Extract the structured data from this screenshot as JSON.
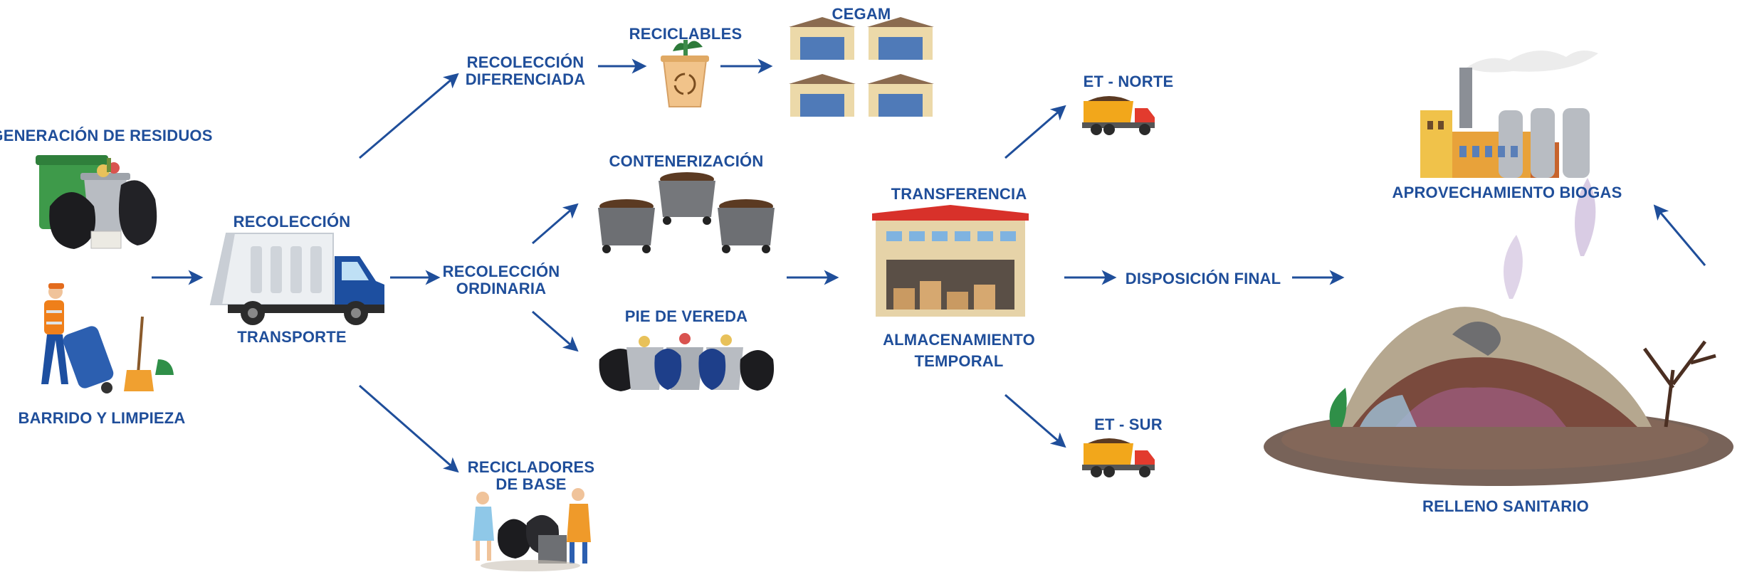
{
  "labels": {
    "generacion": "GENERACIÓN DE RESIDUOS",
    "barrido": "BARRIDO Y LIMPIEZA",
    "recoleccion": "RECOLECCIÓN",
    "transporte": "TRANSPORTE",
    "recoleccion_diferenciada_1": "RECOLECCIÓN",
    "recoleccion_diferenciada_2": "DIFERENCIADA",
    "reciclables": "RECICLABLES",
    "cegam": "CEGAM",
    "recoleccion_ordinaria_1": "RECOLECCIÓN",
    "recoleccion_ordinaria_2": "ORDINARIA",
    "contenerizacion": "CONTENERIZACIÓN",
    "pie_de_vereda": "PIE DE VEREDA",
    "recicladores_1": "RECICLADORES",
    "recicladores_2": "DE BASE",
    "transferencia": "TRANSFERENCIA",
    "almacenamiento_1": "ALMACENAMIENTO",
    "almacenamiento_2": "TEMPORAL",
    "et_norte": "ET - NORTE",
    "et_sur": "ET - SUR",
    "disposicion_final": "DISPOSICIÓN FINAL",
    "aprovechamiento": "APROVECHAMIENTO BIOGAS",
    "relleno": "RELLENO SANITARIO"
  },
  "colors": {
    "label": "#1f4e9a",
    "arrow": "#1f4e9a",
    "truck_blue": "#1d4fa0",
    "dump_truck_body": "#f2a71b",
    "dump_truck_cab": "#e23b2e",
    "warehouse": "#e6d3a8",
    "warehouse_door": "#4f7ab8",
    "dumpster": "#6d6f73"
  },
  "icons": {
    "generacion": "waste-bins-icon",
    "barrido": "street-sweeper-icon",
    "camion": "garbage-truck-icon",
    "reciclables": "recycling-bin-icon",
    "cegam": "warehouses-icon",
    "contenerizacion": "dumpsters-icon",
    "pie_de_vereda": "curbside-bins-icon",
    "recicladores": "waste-pickers-icon",
    "transferencia": "transfer-station-icon",
    "et_norte": "dump-truck-icon",
    "et_sur": "dump-truck-icon",
    "aprovechamiento": "biogas-plant-icon",
    "relleno": "landfill-icon"
  }
}
